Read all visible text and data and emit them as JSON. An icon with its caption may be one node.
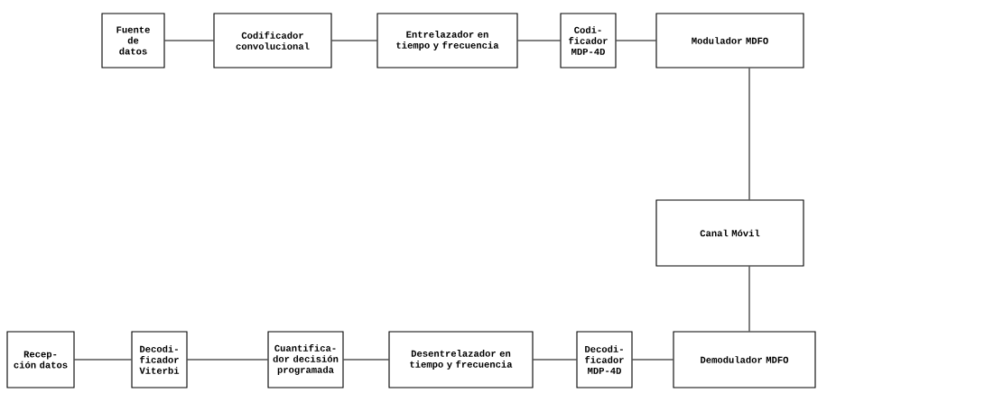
{
  "diagram": {
    "nodes": [
      {
        "text": [
          "Fuente de datos"
        ]
      },
      {
        "text": [
          "Codificador convolucional"
        ]
      },
      {
        "text": [
          "Entrelazador en tiempo y frecuencia"
        ]
      },
      {
        "text": [
          "Codi- ficador MDP-4D"
        ]
      },
      {
        "text": [
          "Modulador MDFO"
        ]
      },
      {
        "text": [
          "Canal Móvil"
        ]
      },
      {
        "text": [
          "Recep- ción datos"
        ]
      },
      {
        "text": [
          "Decodi- ficador Viterbi"
        ]
      },
      {
        "text": [
          "Cuantifica- dor decisión programada"
        ]
      },
      {
        "text": [
          "Desentrelazador en tiempo y frecuencia"
        ]
      },
      {
        "text": [
          "Decodi- ficador MDP-4D"
        ]
      },
      {
        "text": [
          "Demodulador MDFO"
        ]
      }
    ],
    "edges": [
      {
        "from": 0,
        "to": 1,
        "arrow": "none"
      },
      {
        "from": 1,
        "to": 2,
        "arrow": "none"
      },
      {
        "from": 2,
        "to": 3,
        "arrow": "none"
      },
      {
        "from": 3,
        "to": 4,
        "arrow": "none"
      },
      {
        "from": 4,
        "to": 5,
        "arrow": "none"
      },
      {
        "from": 5,
        "to": 11,
        "arrow": "none"
      },
      {
        "from": 11,
        "to": 10,
        "arrow": "none"
      },
      {
        "from": 10,
        "to": 9,
        "arrow": "none"
      },
      {
        "from": 9,
        "to": 8,
        "arrow": "none"
      },
      {
        "from": 8,
        "to": 7,
        "arrow": "none"
      },
      {
        "from": 7,
        "to": 6,
        "arrow": "none"
      }
    ]
  }
}
